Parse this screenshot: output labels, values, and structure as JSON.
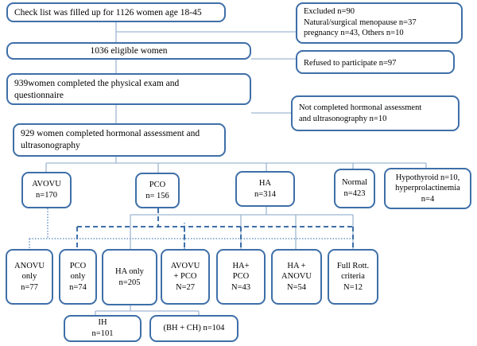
{
  "flow": {
    "checklist": "Check list was filled up for 1126 women age 18-45",
    "excluded": {
      "line1": "Excluded n=90",
      "line2": "Natural/surgical menopause n=37",
      "line3": "pregnancy n=43, Others n=10"
    },
    "eligible": "1036 eligible women",
    "refused": "Refused to participate  n=97",
    "physical": {
      "line1": "939women completed the physical exam and",
      "line2": "questionnaire"
    },
    "not_completed": {
      "line1": "Not completed hormonal assessment",
      "line2": "and ultrasonography n=10"
    },
    "hormonal": {
      "line1": "929 women completed hormonal assessment and",
      "line2": "ultrasonography"
    }
  },
  "groups": {
    "avovu": {
      "line1": "AVOVU",
      "line2": "n=170"
    },
    "pco": {
      "line1": "PCO",
      "line2": "n= 156"
    },
    "ha": {
      "line1": "HA",
      "line2": "n=314"
    },
    "normal": {
      "line1": "Normal",
      "line2": "n=423"
    },
    "hypothyroid": {
      "line1": "Hypothyroid n=10,",
      "line2": "hyperprolactinemia",
      "line3": "n=4"
    }
  },
  "subgroups": {
    "anovu_only": {
      "line1": "ANOVU",
      "line2": "only",
      "line3": "n=77"
    },
    "pco_only": {
      "line1": "PCO",
      "line2": "only",
      "line3": "n=74"
    },
    "ha_only": {
      "line1": "HA only",
      "line2": "n=205"
    },
    "avovu_pco": {
      "line1": "AVOVU",
      "line2": "+ PCO",
      "line3": "N=27"
    },
    "ha_pco": {
      "line1": "HA+",
      "line2": "PCO",
      "line3": "N=43"
    },
    "ha_anovu": {
      "line1": "HA +",
      "line2": "ANOVU",
      "line3": "N=54"
    },
    "full_rott": {
      "line1": "Full Rott.",
      "line2": "criteria",
      "line3": "N=12"
    }
  },
  "ha_split": {
    "ih": {
      "line1": "IH",
      "line2": "n=101"
    },
    "bh_ch": "(BH + CH) n=104"
  },
  "colors": {
    "box_border": "#3e6fa8",
    "connector": "#9fb6d3",
    "dashed": "#3e6fa8",
    "dotted": "#6d95c6"
  }
}
